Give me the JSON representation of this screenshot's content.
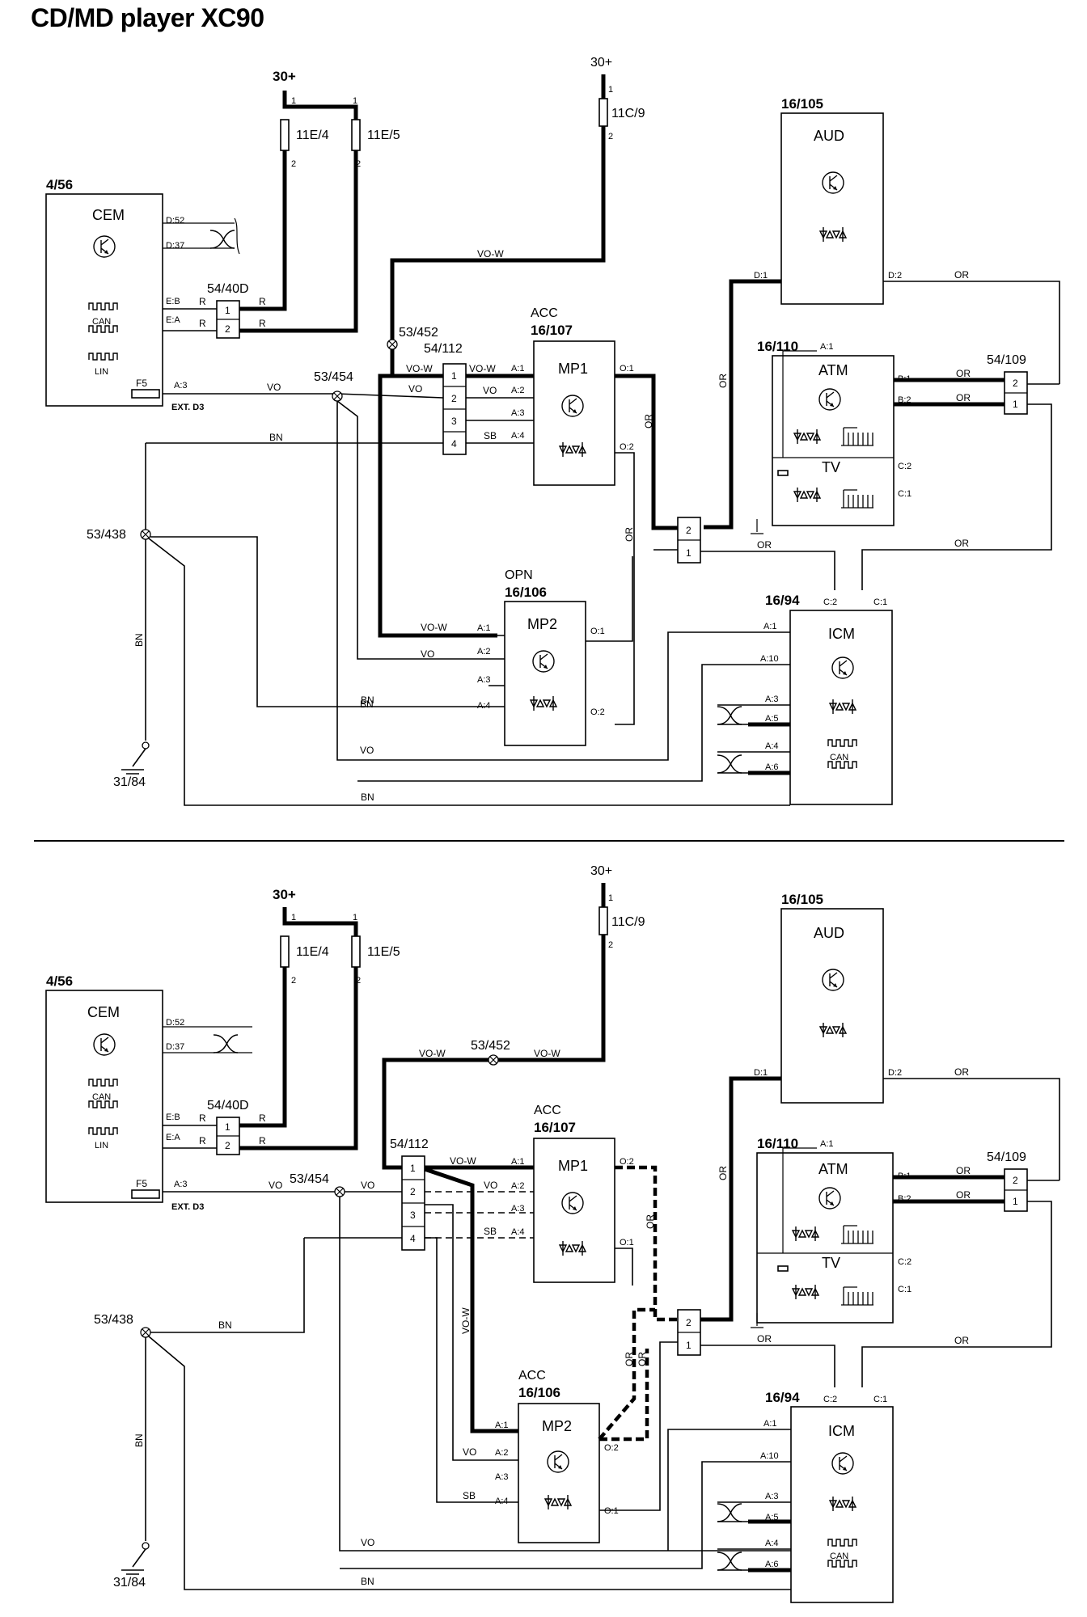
{
  "title": "CD/MD player XC90",
  "top": {
    "cem": {
      "id": "4/56",
      "name": "CEM",
      "pins": [
        "D:52",
        "D:37",
        "E:B",
        "E:A",
        "A:3"
      ],
      "fuse": "F5",
      "ext": "EXT. D3",
      "can": "CAN",
      "lin": "LIN"
    },
    "supply1": {
      "label": "30+",
      "f1": "11E/4",
      "f2": "11E/5",
      "p1": "1",
      "p2": "2"
    },
    "supply2": {
      "label": "30+",
      "f": "11C/9",
      "p1": "1",
      "p2": "2"
    },
    "conn_40d": {
      "id": "54/40D",
      "pins": [
        "1",
        "2"
      ]
    },
    "conn_112": {
      "id": "54/112",
      "pins": [
        "1",
        "2",
        "3",
        "4"
      ]
    },
    "splices": [
      "53/452",
      "53/454",
      "53/438"
    ],
    "ground": "31/84",
    "acc": {
      "label": "ACC",
      "id": "16/107",
      "name": "MP1",
      "pins_in": [
        "A:1",
        "A:2",
        "A:3",
        "A:4"
      ],
      "pins_out": [
        "O:1",
        "O:2"
      ]
    },
    "opn": {
      "label": "OPN",
      "id": "16/106",
      "name": "MP2",
      "pins_in": [
        "A:1",
        "A:2",
        "A:3",
        "A:4"
      ],
      "pins_out": [
        "O:1",
        "O:2"
      ]
    },
    "aud": {
      "id": "16/105",
      "name": "AUD",
      "pins": [
        "D:1",
        "D:2"
      ]
    },
    "atm": {
      "id": "16/110",
      "name": "ATM",
      "tv": "TV",
      "pins": [
        "A:1",
        "B:1",
        "B:2",
        "C:2",
        "C:1"
      ]
    },
    "conn_109": {
      "id": "54/109",
      "pins": [
        "2",
        "1"
      ]
    },
    "conn_mid": {
      "pins": [
        "2",
        "1"
      ]
    },
    "icm": {
      "id": "16/94",
      "name": "ICM",
      "pins": [
        "C:2",
        "C:1",
        "A:1",
        "A:10",
        "A:3",
        "A:5",
        "A:4",
        "A:6"
      ],
      "can": "CAN"
    },
    "wires": {
      "vow": "VO-W",
      "vo": "VO",
      "bn": "BN",
      "sb": "SB",
      "or": "OR",
      "r": "R"
    }
  },
  "bottom": {
    "cem": {
      "id": "4/56",
      "name": "CEM",
      "pins": [
        "D:52",
        "D:37",
        "E:B",
        "E:A",
        "A:3"
      ],
      "fuse": "F5",
      "ext": "EXT. D3",
      "can": "CAN",
      "lin": "LIN"
    },
    "supply1": {
      "label": "30+",
      "f1": "11E/4",
      "f2": "11E/5",
      "p1": "1",
      "p2": "2"
    },
    "supply2": {
      "label": "30+",
      "f": "11C/9",
      "p1": "1",
      "p2": "2"
    },
    "conn_40d": {
      "id": "54/40D",
      "pins": [
        "1",
        "2"
      ]
    },
    "conn_112": {
      "id": "54/112",
      "pins": [
        "1",
        "2",
        "3",
        "4"
      ]
    },
    "splices": [
      "53/452",
      "53/454",
      "53/438"
    ],
    "ground": "31/84",
    "acc1": {
      "label": "ACC",
      "id": "16/107",
      "name": "MP1",
      "pins_in": [
        "A:1",
        "A:2",
        "A:3",
        "A:4"
      ],
      "pins_out": [
        "O:2",
        "O:1"
      ]
    },
    "acc2": {
      "label": "ACC",
      "id": "16/106",
      "name": "MP2",
      "pins_in": [
        "A:1",
        "A:2",
        "A:3",
        "A:4"
      ],
      "pins_out": [
        "O:2",
        "O:1"
      ]
    },
    "aud": {
      "id": "16/105",
      "name": "AUD",
      "pins": [
        "D:1",
        "D:2"
      ]
    },
    "atm": {
      "id": "16/110",
      "name": "ATM",
      "tv": "TV",
      "pins": [
        "A:1",
        "B:1",
        "B:2",
        "C:2",
        "C:1"
      ]
    },
    "conn_109": {
      "id": "54/109",
      "pins": [
        "2",
        "1"
      ]
    },
    "conn_mid": {
      "pins": [
        "2",
        "1"
      ]
    },
    "icm": {
      "id": "16/94",
      "name": "ICM",
      "pins": [
        "C:2",
        "C:1",
        "A:1",
        "A:10",
        "A:3",
        "A:5",
        "A:4",
        "A:6"
      ],
      "can": "CAN"
    },
    "wires": {
      "vow": "VO-W",
      "vo": "VO",
      "bn": "BN",
      "sb": "SB",
      "or": "OR",
      "r": "R"
    }
  }
}
